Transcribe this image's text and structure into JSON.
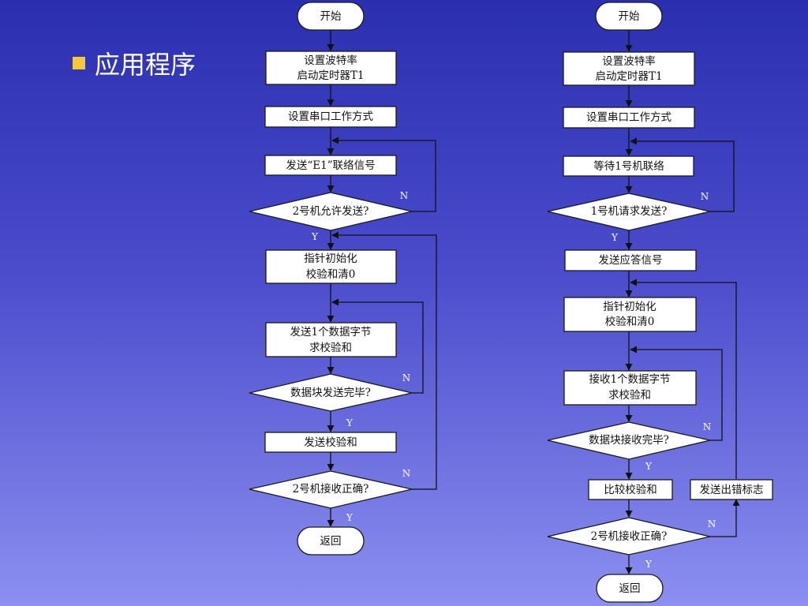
{
  "slide": {
    "title": "应用程序",
    "bullet_color": "#f5c83c"
  },
  "flowchart_send": {
    "start": "开始",
    "init": [
      "设置波特率",
      "启动定时器T1"
    ],
    "serial_mode": "设置串口工作方式",
    "send_handshake": "发送“E1”联络信号",
    "check_allow": "2号机允许发送?",
    "ptr_init": [
      "指针初始化",
      "校验和清0"
    ],
    "send_byte": [
      "发送1个数据字节",
      "求校验和"
    ],
    "check_block_done": "数据块发送完毕?",
    "send_checksum": "发送校验和",
    "check_received_ok": "2号机接收正确?",
    "end": "返回",
    "label_yes": "Y",
    "label_no": "N"
  },
  "flowchart_receive": {
    "start": "开始",
    "init": [
      "设置波特率",
      "启动定时器T1"
    ],
    "serial_mode": "设置串口工作方式",
    "wait_handshake": "等待1号机联络",
    "check_request": "1号机请求发送?",
    "send_ack": "发送应答信号",
    "ptr_init": [
      "指针初始化",
      "校验和清0"
    ],
    "recv_byte": [
      "接收1个数据字节",
      "求校验和"
    ],
    "check_block_done": "数据块接收完毕?",
    "compare_checksum": "比较校验和",
    "send_error_flag": "发送出错标志",
    "check_received_ok": "2号机接收正确?",
    "end": "返回",
    "label_yes": "Y",
    "label_no": "N"
  }
}
